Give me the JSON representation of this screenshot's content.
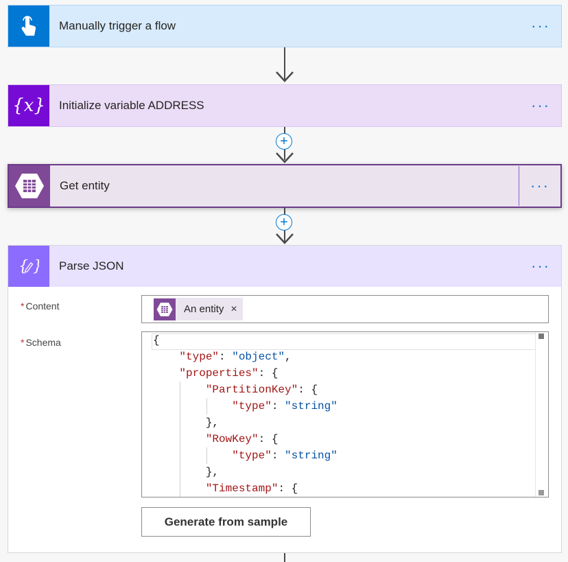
{
  "steps": {
    "trigger": {
      "title": "Manually trigger a flow",
      "icon": "hand-tap-icon",
      "color": "#0078d4",
      "bg": "#d8ebfc"
    },
    "init_variable": {
      "title": "Initialize variable ADDRESS",
      "icon": "variable-x-icon",
      "color": "#770bd6",
      "bg": "#ebdcf7"
    },
    "get_entity": {
      "title": "Get entity",
      "icon": "table-storage-icon",
      "color": "#804998",
      "bg": "#ebe3ee"
    },
    "parse_json": {
      "title": "Parse JSON",
      "icon": "json-edit-icon",
      "color": "#8c6cff",
      "bg": "#e8e2ff"
    }
  },
  "more_label": "···",
  "add_step_label": "+",
  "parse_json": {
    "content_label": "Content",
    "schema_label": "Schema",
    "required_mark": "*",
    "content_token": {
      "text": "An entity",
      "remove": "×"
    },
    "schema_lines": [
      {
        "t": "{"
      },
      {
        "k": "\"type\"",
        "p": ": ",
        "v": "\"object\"",
        "e": ","
      },
      {
        "k": "\"properties\"",
        "p": ": {"
      },
      {
        "k": "\"PartitionKey\"",
        "p": ": {"
      },
      {
        "k": "\"type\"",
        "p": ": ",
        "v": "\"string\""
      },
      {
        "t": "},"
      },
      {
        "k": "\"RowKey\"",
        "p": ": {"
      },
      {
        "k": "\"type\"",
        "p": ": ",
        "v": "\"string\""
      },
      {
        "t": "},"
      },
      {
        "k": "\"Timestamp\"",
        "p": ": {"
      }
    ],
    "generate_button": "Generate from sample"
  }
}
